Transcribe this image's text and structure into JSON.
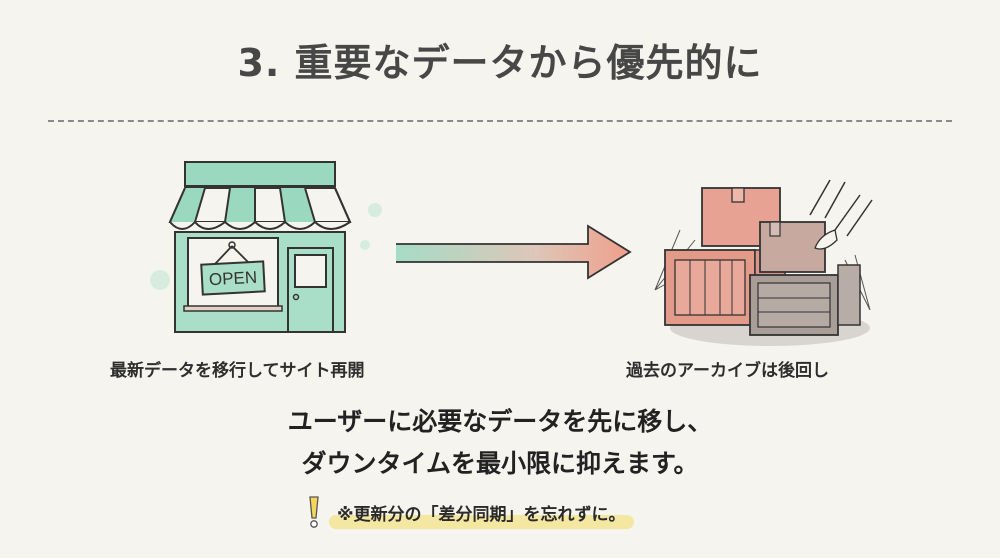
{
  "slide": {
    "title": "3. 重要なデータから優先的に",
    "left_panel": {
      "illustration": "storefront-open",
      "sign_text": "OPEN",
      "caption": "最新データを移行してサイト再開"
    },
    "arrow": {
      "illustration": "arrow-right-gradient",
      "colors": {
        "start": "#9fd8c2",
        "end": "#ef9f8a"
      }
    },
    "right_panel": {
      "illustration": "dusty-archive-boxes",
      "caption": "過去のアーカイブは後回し"
    },
    "main_message": {
      "line1": "ユーザーに必要なデータを先に移し、",
      "line2": "ダウンタイムを最小限に抑えます。"
    },
    "note": {
      "icon": "exclamation-icon",
      "text": "※更新分の「差分同期」を忘れずに。",
      "highlight_color": "#f4e48d"
    },
    "colors": {
      "background": "#f6f4ee",
      "store_green": "#8fd3b5",
      "box_red": "#e8a293",
      "box_gray": "#a89d97"
    }
  }
}
